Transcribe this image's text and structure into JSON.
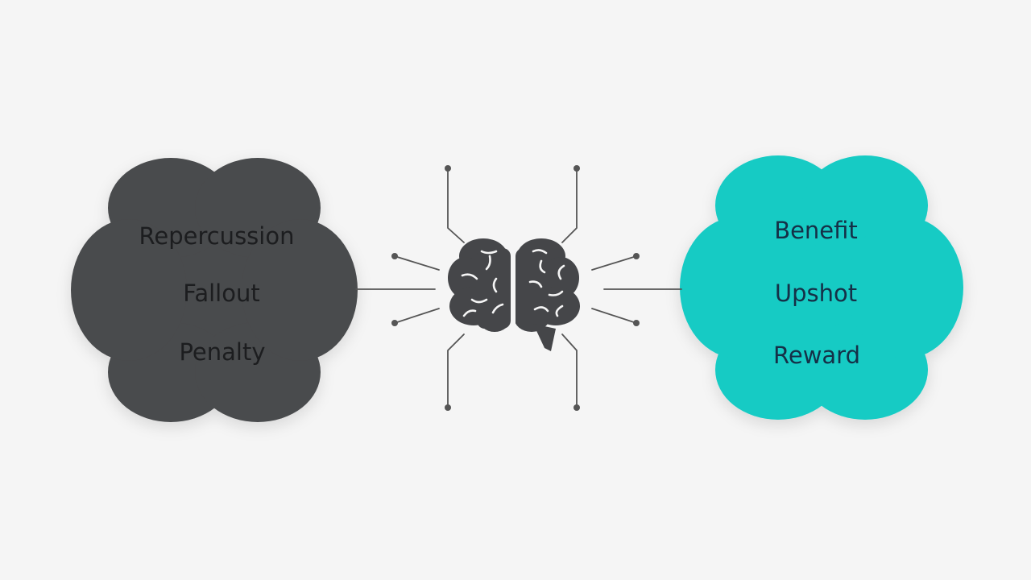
{
  "left_cloud": {
    "color": "#4a4b4d",
    "text_color": "#1c1d1f",
    "items": [
      "Repercussion",
      "Fallout",
      "Penalty"
    ]
  },
  "right_cloud": {
    "color": "#14cbc4",
    "text_color": "#153047",
    "items": [
      "Benefit",
      "Upshot",
      "Reward"
    ]
  },
  "brain": {
    "icon": "brain-icon",
    "color": "#454649"
  },
  "connector_color": "#555555",
  "background": "#f5f5f5"
}
